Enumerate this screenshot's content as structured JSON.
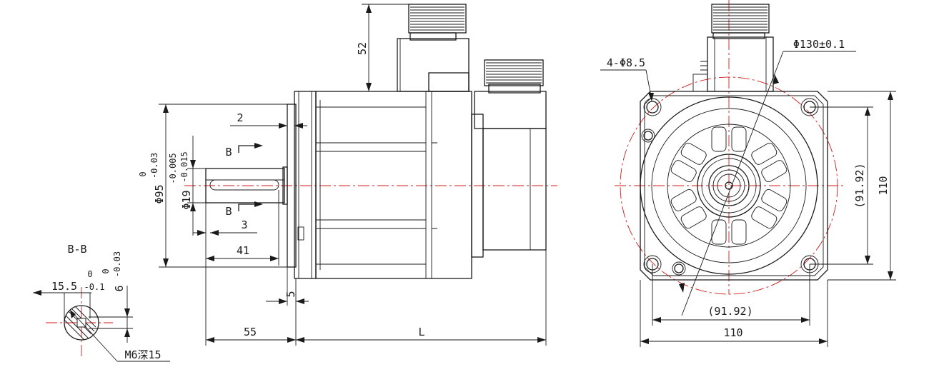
{
  "section_label": "B-B",
  "section_marks": {
    "top": "B",
    "bottom": "B"
  },
  "side_view": {
    "dim_connector_height": "52",
    "dim_flange_step": "2",
    "dim_flange_dia": "Φ95",
    "dim_flange_tol_upper": "0",
    "dim_flange_tol_lower": "-0.03",
    "dim_shaft_dia": "Φ19",
    "dim_shaft_tol_upper": "-0.005",
    "dim_shaft_tol_lower": "-0.015",
    "dim_key_offset": "3",
    "dim_key_length": "41",
    "dim_flange_thickness": "5",
    "dim_shaft_length": "55",
    "dim_body_length": "L"
  },
  "section_view": {
    "dim_key_depth": "15.5",
    "dim_key_depth_tol_upper": "0",
    "dim_key_depth_tol_lower": "-0.1",
    "dim_key_width": "6",
    "dim_key_width_tol_upper": "0",
    "dim_key_width_tol_lower": "-0.03",
    "dim_tap": "M6深15"
  },
  "front_view": {
    "dim_holes": "4-Φ8.5",
    "dim_pcd": "Φ130±0.1",
    "dim_hole_spacing_v": "(91.92)",
    "dim_square_v": "110",
    "dim_hole_spacing_h": "(91.92)",
    "dim_square_h": "110"
  }
}
